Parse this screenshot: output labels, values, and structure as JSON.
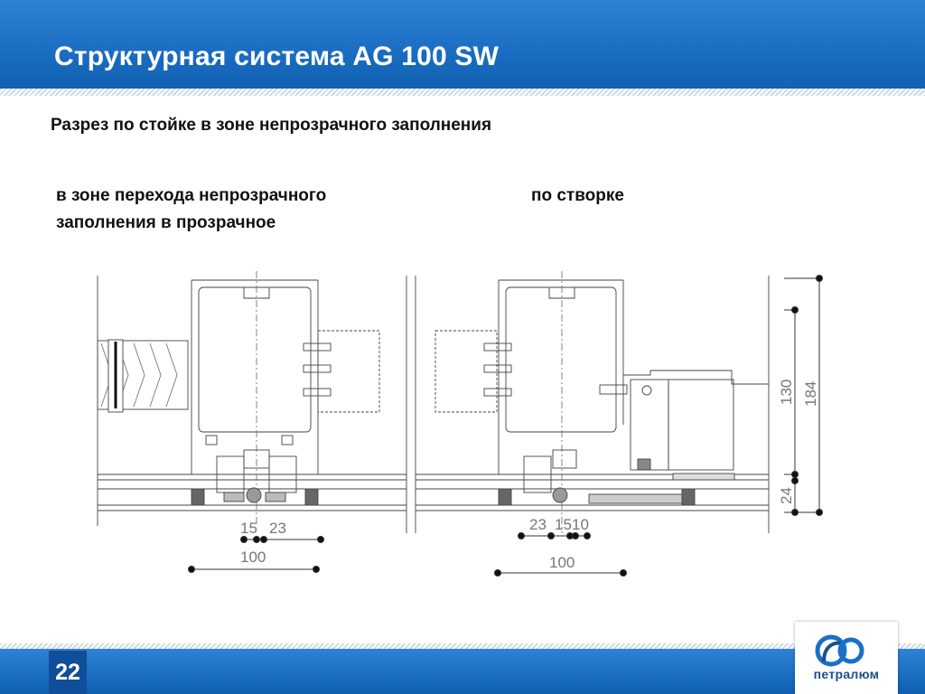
{
  "header": {
    "title": "Структурная система AG 100 SW"
  },
  "subtitle": "Разрез по стойке в зоне непрозрачного заполнения",
  "captions": {
    "left_line1": "в зоне перехода непрозрачного",
    "left_line2": "заполнения в прозрачное",
    "right": "по створке"
  },
  "dimensions": {
    "left": {
      "d1": "15",
      "d2": "23",
      "total": "100"
    },
    "right": {
      "d1": "23",
      "d2": "15",
      "d3": "10",
      "total": "100",
      "v1": "130",
      "v2": "184",
      "v3": "24"
    }
  },
  "footer": {
    "page_number": "22",
    "logo_text": "петралюм"
  },
  "colors": {
    "brand_blue": "#1a6dc2",
    "dark_blue": "#0f4f99",
    "logo_text": "#1b4f8f"
  }
}
